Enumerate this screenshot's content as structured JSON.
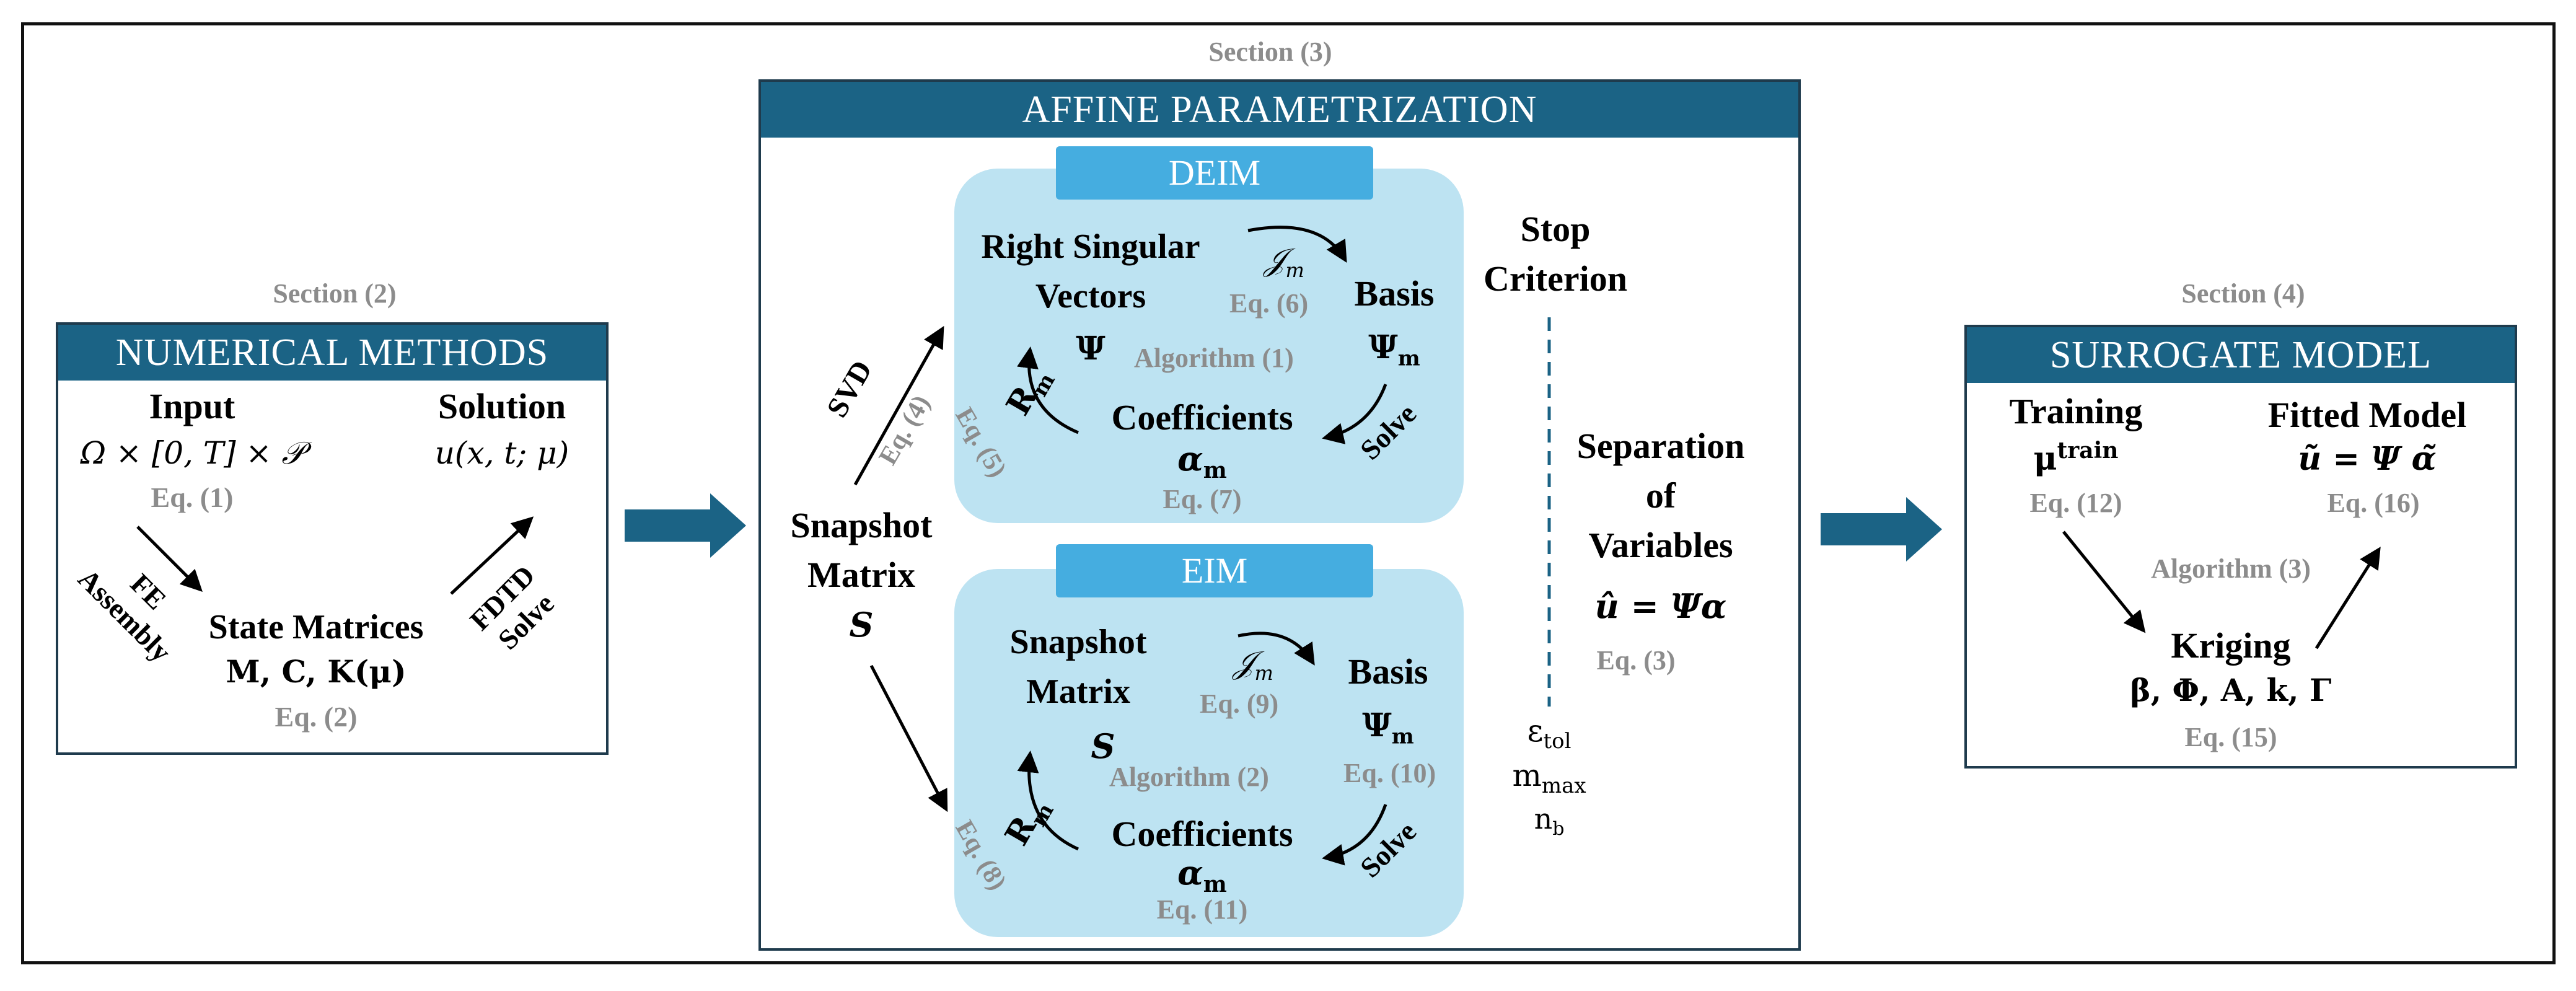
{
  "sections": {
    "s2": "Section (2)",
    "s3": "Section (3)",
    "s4": "Section (4)"
  },
  "numerical": {
    "title": "NUMERICAL METHODS",
    "input_label": "Input",
    "input_math": "Ω × [0, T] × 𝒫",
    "eq1": "Eq. (1)",
    "solution_label": "Solution",
    "solution_math": "u(x, t; μ)",
    "fe_line1": "FE",
    "fe_line2": "Assembly",
    "fdtd_line1": "FDTD",
    "fdtd_line2": "Solve",
    "state_label": "State Matrices",
    "state_math": "M, C, K(μ)",
    "eq2": "Eq. (2)"
  },
  "affine": {
    "title": "AFFINE PARAMETRIZATION",
    "snapshot_line1": "Snapshot",
    "snapshot_line2": "Matrix",
    "snapshot_sym": "S",
    "svd": "SVD",
    "eq4": "Eq. (4)",
    "stop_line1": "Stop",
    "stop_line2": "Criterion",
    "sep_line1": "Separation",
    "sep_line2": "of",
    "sep_line3": "Variables",
    "sep_math": "û = Ψα",
    "eq3": "Eq. (3)",
    "eps": "ε",
    "eps_sub": "tol",
    "m": "m",
    "m_sub": "max",
    "n": "n",
    "n_sub": "b"
  },
  "deim": {
    "tag": "DEIM",
    "rsv_line1": "Right Singular",
    "rsv_line2": "Vectors",
    "psi": "Ψ",
    "J": "𝒥",
    "J_sub": "m",
    "eq6": "Eq. (6)",
    "basis": "Basis",
    "psi_m": "Ψ",
    "psi_m_sub": "m",
    "algorithm": "Algorithm (1)",
    "R": "R",
    "R_sub": "m",
    "eq5": "Eq. (5)",
    "coeff": "Coefficients",
    "alpha": "α",
    "alpha_sub": "m",
    "eq7": "Eq. (7)",
    "solve": "Solve"
  },
  "eim": {
    "tag": "EIM",
    "snap_line1": "Snapshot",
    "snap_line2": "Matrix",
    "snap_sym": "S",
    "J": "𝒥",
    "J_sub": "m",
    "eq9": "Eq. (9)",
    "basis": "Basis",
    "psi_m": "Ψ",
    "psi_m_sub": "m",
    "eq10": "Eq. (10)",
    "algorithm": "Algorithm (2)",
    "R": "R",
    "R_sub": "m",
    "eq8": "Eq. (8)",
    "coeff": "Coefficients",
    "alpha": "α",
    "alpha_sub": "m",
    "eq11": "Eq. (11)",
    "solve": "Solve"
  },
  "surrogate": {
    "title": "SURROGATE MODEL",
    "training": "Training",
    "mu": "μ",
    "mu_sup": "train",
    "eq12": "Eq. (12)",
    "fitted": "Fitted Model",
    "fitted_math": "ũ = Ψ α̃",
    "eq16": "Eq. (16)",
    "algorithm": "Algorithm (3)",
    "kriging": "Kriging",
    "kriging_math": "β, Φ, A, k, Γ",
    "eq15": "Eq. (15)"
  },
  "colors": {
    "header": "#1b6385",
    "arrow": "#1b6385",
    "blob": "#bde3f2",
    "tag": "#45ade0",
    "gray": "#8c8c8c",
    "border": "#1f3b4d"
  }
}
